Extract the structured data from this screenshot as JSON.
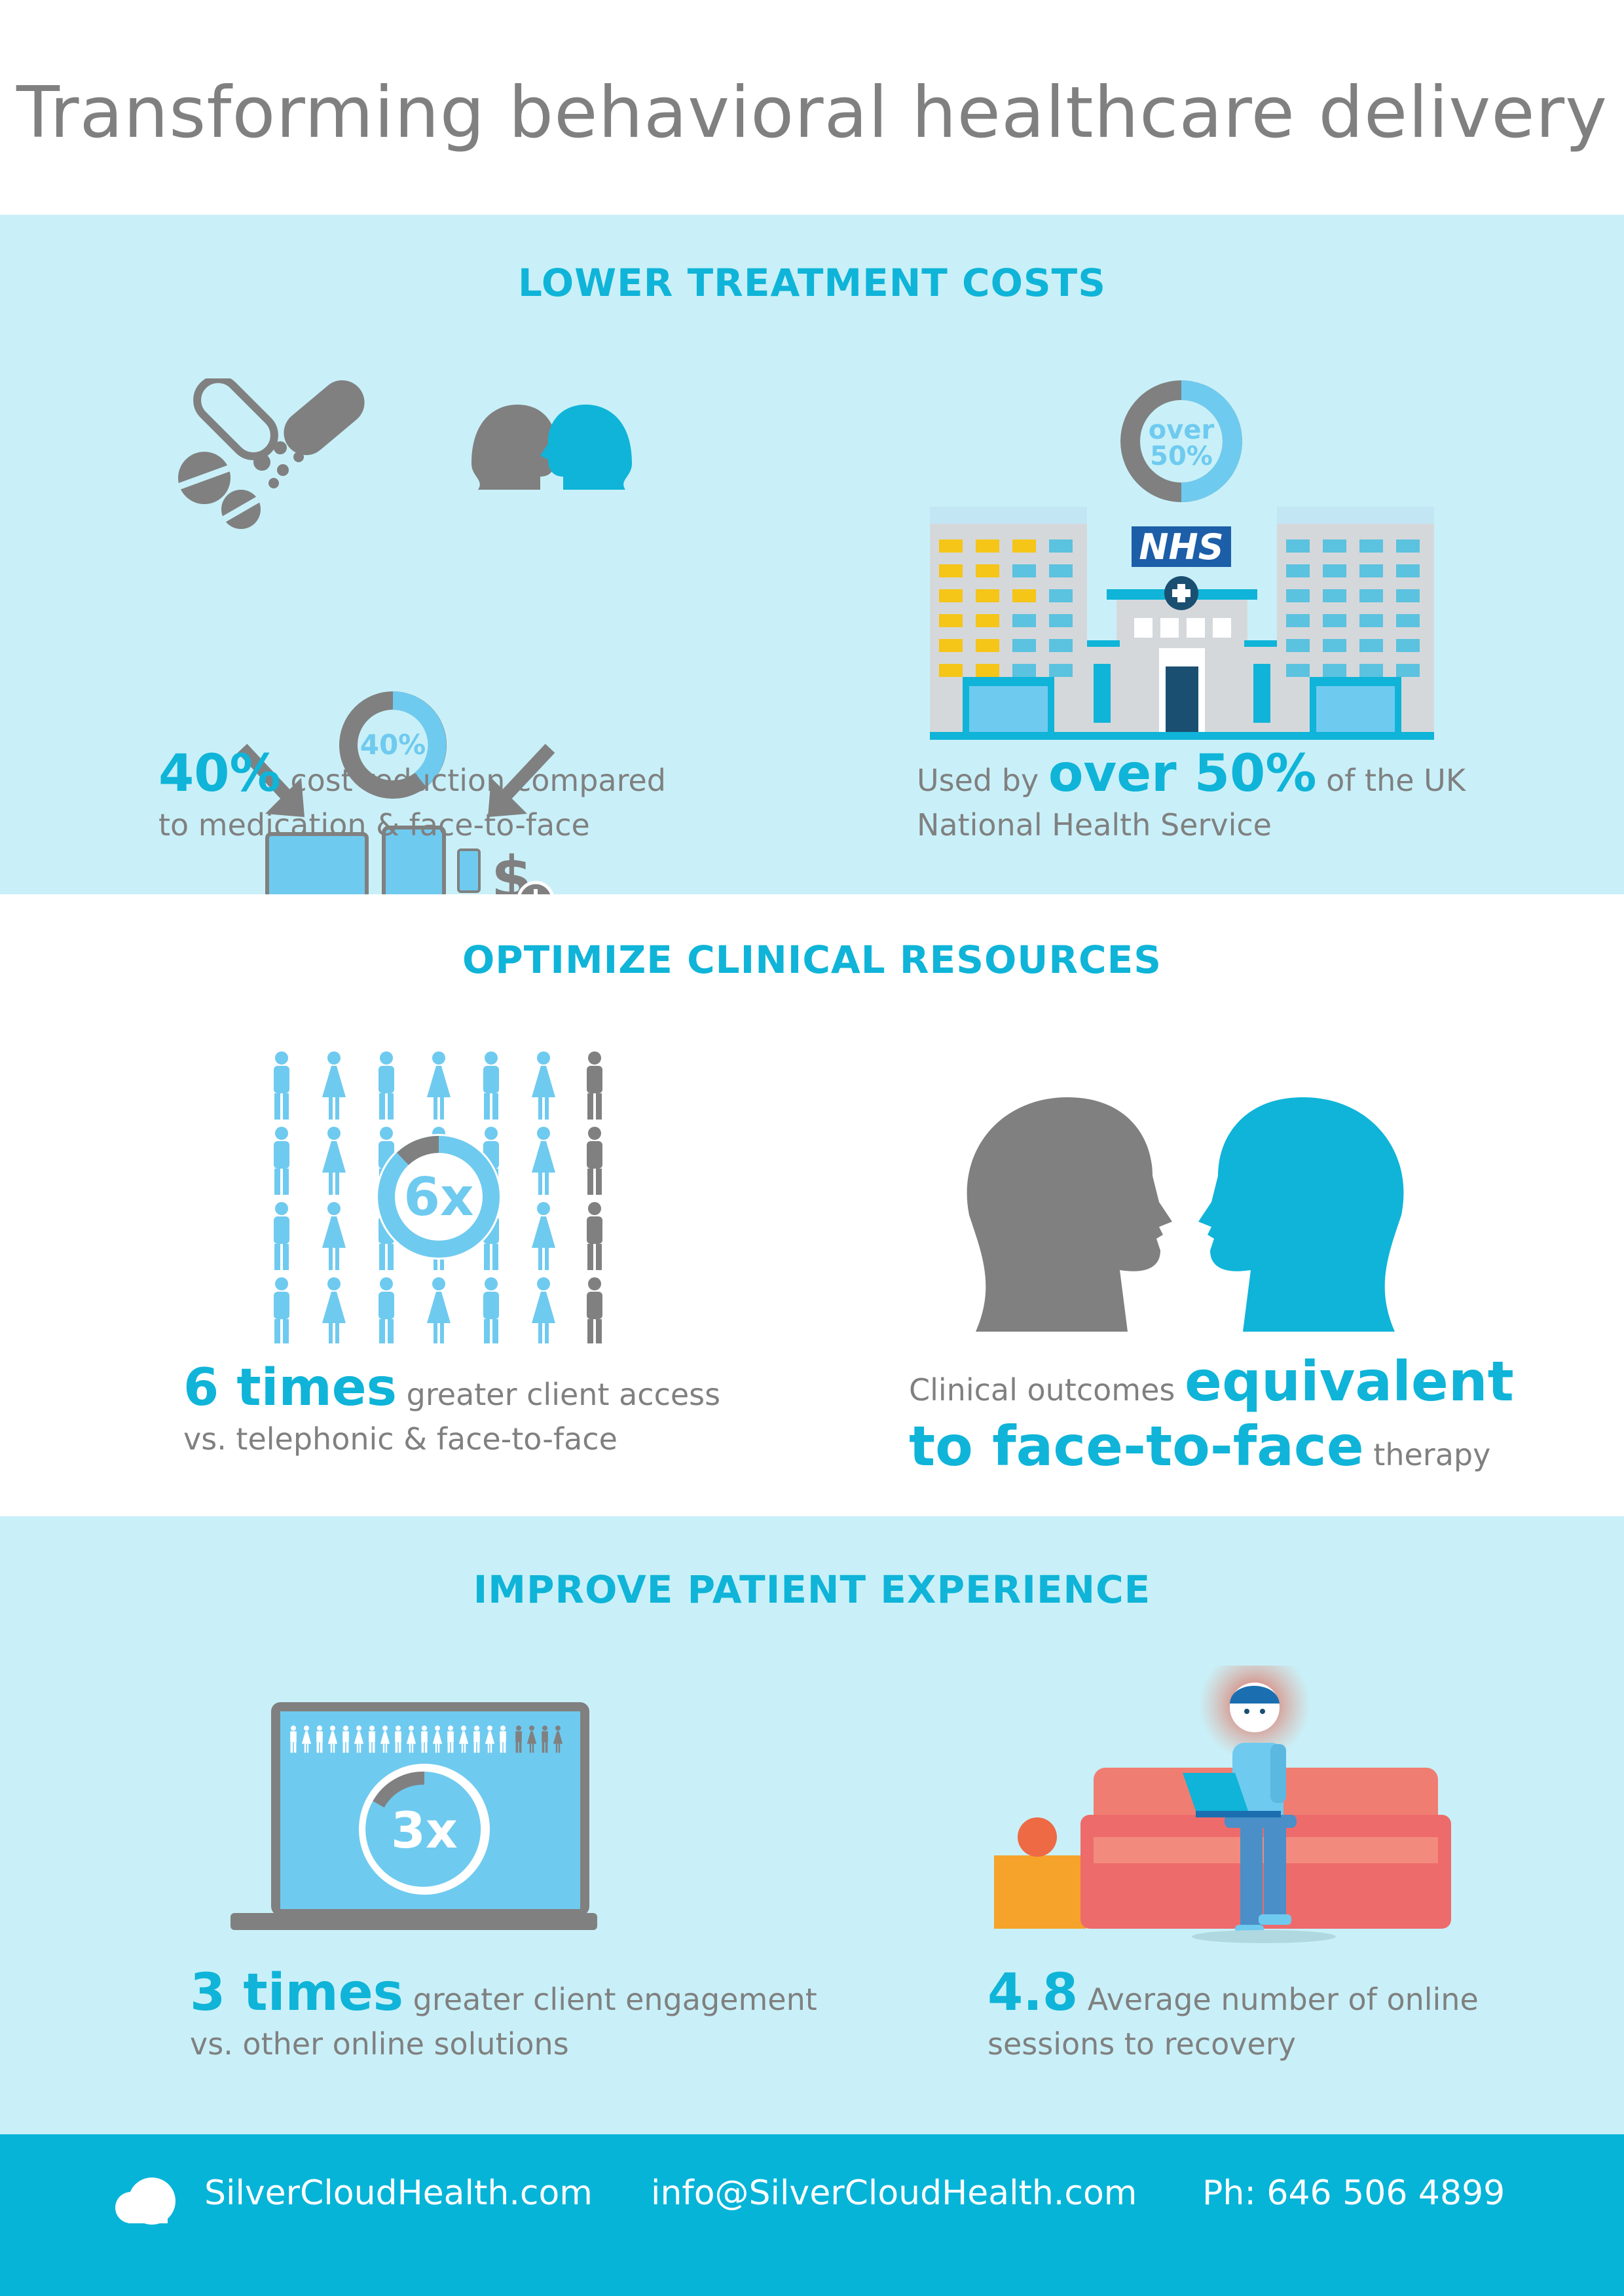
{
  "header": {
    "title": "Transforming behavioral healthcare delivery"
  },
  "colors": {
    "accent": "#0fb4d8",
    "light_bg": "#c9f0f8",
    "gray": "#808080",
    "sky": "#6fcaef"
  },
  "sections": {
    "costs": {
      "title": "LOWER TREATMENT COSTS",
      "left_badge": "40%",
      "left_big": "40%",
      "left_text_1": " cost reduction compared",
      "left_text_2": "to medication & face-to-face",
      "right_badge_1": "over",
      "right_badge_2": "50%",
      "nhs_logo": "NHS",
      "right_pre": "Used by ",
      "right_big": "over 50%",
      "right_text_1": " of the UK",
      "right_text_2": "National Health Service"
    },
    "resources": {
      "title": "OPTIMIZE CLINICAL RESOURCES",
      "left_badge": "6x",
      "left_big": "6 times",
      "left_text_1": " greater client access",
      "left_text_2": "vs. telephonic & face-to-face",
      "right_pre": "Clinical outcomes ",
      "right_big_1": "equivalent",
      "right_big_2": "to face-to-face",
      "right_post": " therapy"
    },
    "experience": {
      "title": "IMPROVE PATIENT EXPERIENCE",
      "left_badge": "3x",
      "left_big": "3 times",
      "left_text_1": " greater client engagement",
      "left_text_2": "vs. other online solutions",
      "right_big": "4.8",
      "right_text_1": " Average number of online",
      "right_text_2": "sessions to recovery"
    }
  },
  "footer": {
    "website": "SilverCloudHealth.com",
    "email": "info@SilverCloudHealth.com",
    "phone": "Ph: 646 506 4899"
  }
}
